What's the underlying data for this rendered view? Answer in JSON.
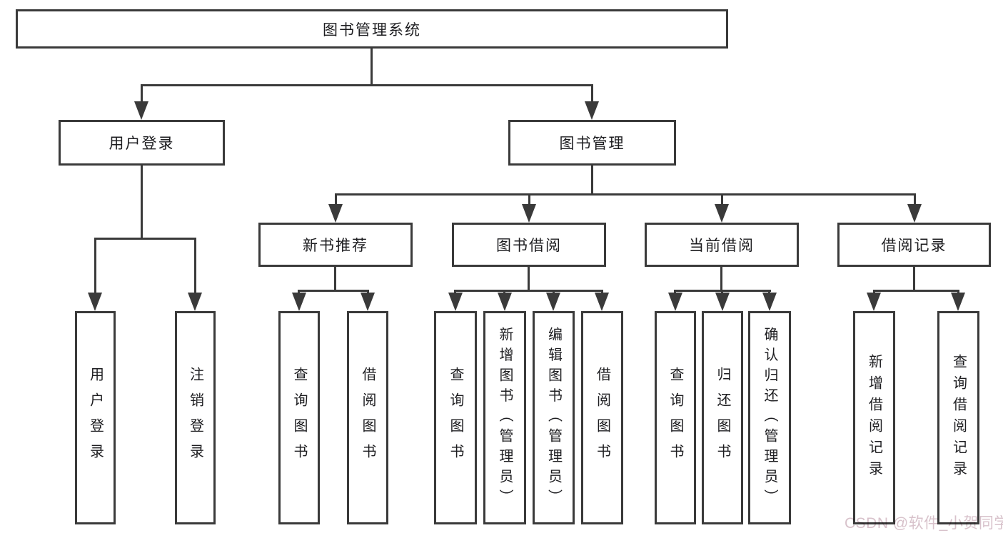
{
  "tree": {
    "root": {
      "label": "图书管理系统",
      "children": [
        {
          "label": "用户登录",
          "children": [
            {
              "label": "用户登录"
            },
            {
              "label": "注销登录"
            }
          ]
        },
        {
          "label": "图书管理",
          "children": [
            {
              "label": "新书推荐",
              "children": [
                {
                  "label": "查询图书"
                },
                {
                  "label": "借阅图书"
                }
              ]
            },
            {
              "label": "图书借阅",
              "children": [
                {
                  "label": "查询图书"
                },
                {
                  "label": "新增图书（管理员）"
                },
                {
                  "label": "编辑图书（管理员）"
                },
                {
                  "label": "借阅图书"
                }
              ]
            },
            {
              "label": "当前借阅",
              "children": [
                {
                  "label": "查询图书"
                },
                {
                  "label": "归还图书"
                },
                {
                  "label": "确认归还（管理员）"
                }
              ]
            },
            {
              "label": "借阅记录",
              "children": [
                {
                  "label": "新增借阅记录"
                },
                {
                  "label": "查询借阅记录"
                }
              ]
            }
          ]
        }
      ]
    }
  },
  "watermark": {
    "text": "CSDN @软件_小贺同学"
  }
}
